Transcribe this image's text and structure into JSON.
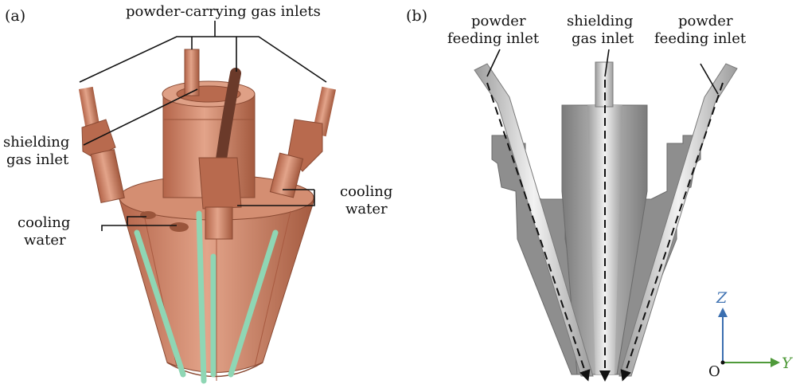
{
  "panel_a": {
    "tag": "(a)",
    "labels": {
      "powder_carrying_gas_inlets": "powder-carrying gas inlets",
      "shielding_line1": "shielding",
      "shielding_line2": "gas inlet",
      "cooling_left_line1": "cooling",
      "cooling_left_line2": "water",
      "cooling_right_line1": "cooling",
      "cooling_right_line2": "water"
    }
  },
  "panel_b": {
    "tag": "(b)",
    "labels": {
      "powder_left_line1": "powder",
      "powder_left_line2": "feeding inlet",
      "shielding_line1": "shielding",
      "shielding_line2": "gas inlet",
      "powder_right_line1": "powder",
      "powder_right_line2": "feeding inlet"
    },
    "axes": {
      "z": "Z",
      "y": "Y",
      "origin": "O"
    }
  },
  "colors": {
    "copper": "#c97a5e",
    "copper_dark": "#a85a40",
    "cooling_tube": "#8fd6b4",
    "steel": "#8e8e8e",
    "steel_light": "#c4c4c4",
    "axis_z": "#3b6fb0",
    "axis_y": "#4f9a3a"
  }
}
